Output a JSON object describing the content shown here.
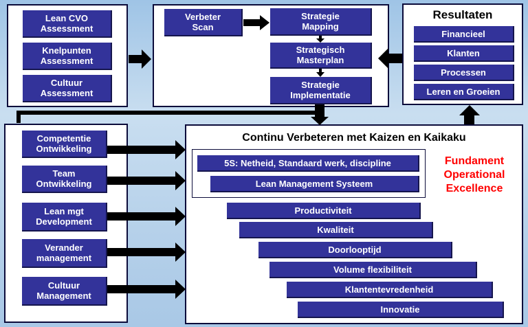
{
  "assessments": {
    "lean_cvo": "Lean CVO\nAssessment",
    "knelpunten": "Knelpunten\nAssessment",
    "cultuur": "Cultuur\nAssessment"
  },
  "strategy": {
    "verbeter_scan": "Verbeter\nScan",
    "mapping": "Strategie\nMapping",
    "masterplan": "Strategisch\nMasterplan",
    "implementatie": "Strategie\nImplementatie"
  },
  "resultaten": {
    "title": "Resultaten",
    "items": [
      "Financieel",
      "Klanten",
      "Processen",
      "Leren en Groeien"
    ]
  },
  "ontwikkeling": {
    "items": [
      "Competentie\nOntwikkeling",
      "Team\nOntwikkeling",
      "Lean mgt\nDevelopment",
      "Verander\nmanagement",
      "Cultuur\nManagement"
    ]
  },
  "continu": {
    "title": "Continu Verbeteren met Kaizen en Kaikaku",
    "fundament_boxes": [
      "5S:  Netheid, Standaard werk, discipline",
      "Lean Management Systeem"
    ],
    "fundament_label": "Fundament\nOperational\nExcellence",
    "staircase": [
      "Productiviteit",
      "Kwaliteit",
      "Doorlooptijd",
      "Volume flexibiliteit",
      "Klantentevredenheid",
      "Innovatie"
    ]
  },
  "colors": {
    "box": "#33339a",
    "panel_border": "#0b0b3a",
    "highlight_red": "#ff0000",
    "background": "#b6d1ea"
  }
}
